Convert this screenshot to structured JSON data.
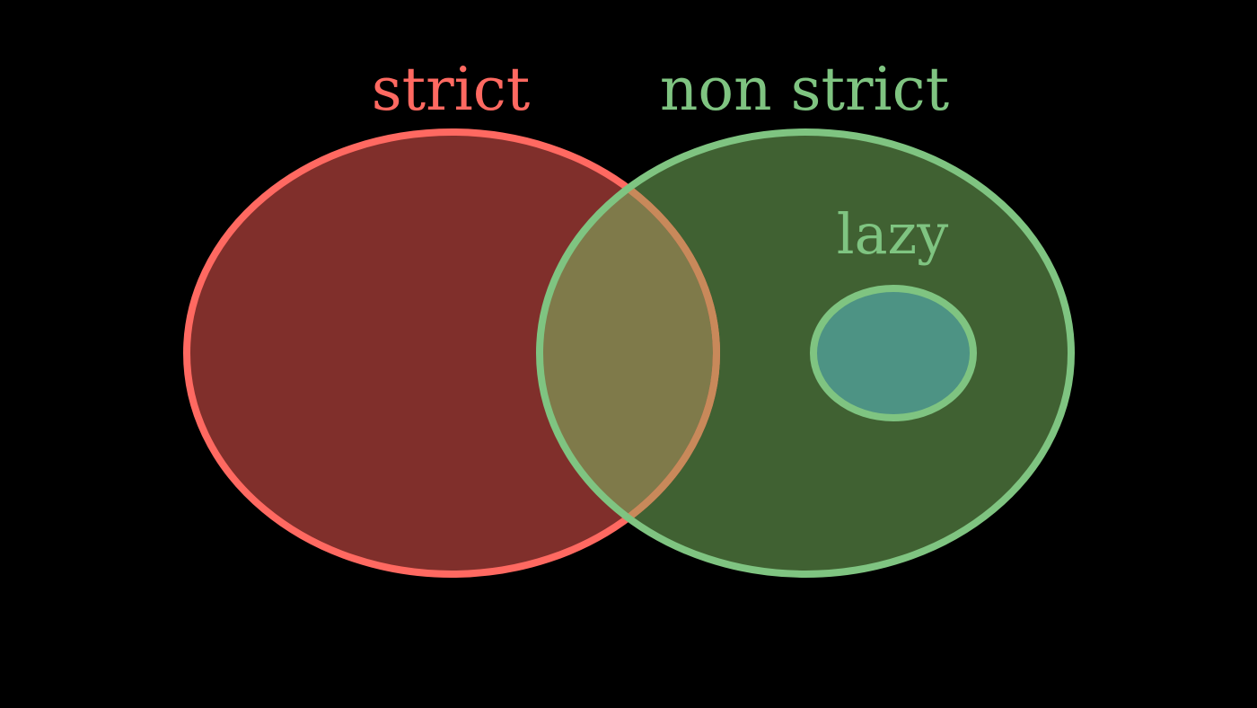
{
  "diagram": {
    "type": "venn",
    "sets": [
      {
        "id": "strict",
        "label": "strict",
        "stroke_color": "#ff6961",
        "fill_color": "#802f2b"
      },
      {
        "id": "non_strict",
        "label": "non strict",
        "stroke_color": "#7fc481",
        "fill_color": "#406132"
      },
      {
        "id": "lazy",
        "label": "lazy",
        "parent": "non_strict",
        "stroke_color": "#7fc481",
        "fill_color": "#4d9384"
      }
    ],
    "overlap_fill_color": "#7f7a4a",
    "overlap_stroke_color": "#c8895a",
    "background_color": "#000000"
  }
}
